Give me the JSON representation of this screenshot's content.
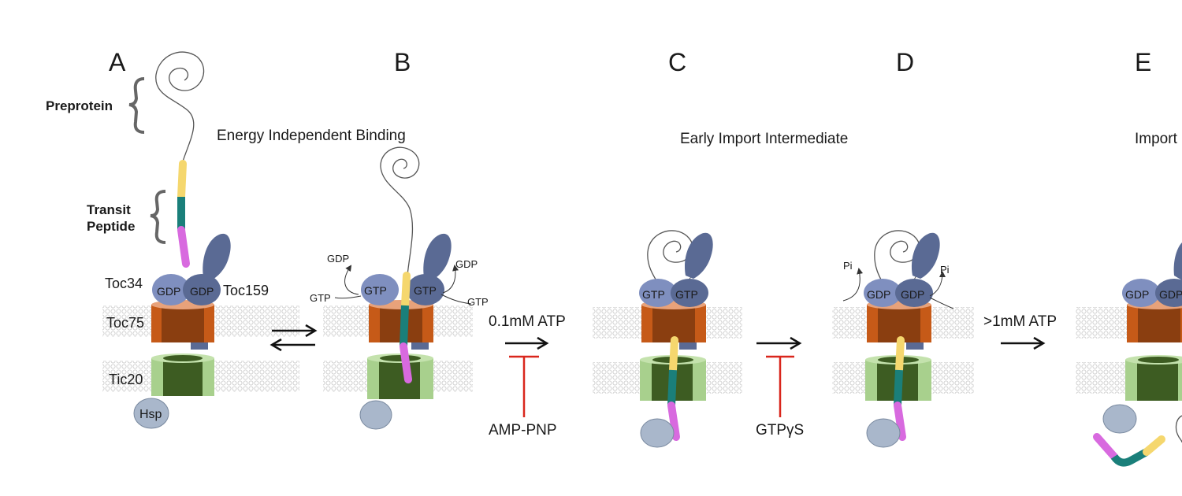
{
  "panels": [
    "A",
    "B",
    "C",
    "D",
    "E"
  ],
  "titles": {
    "b": "Energy Independent Binding",
    "c": "Early Import Intermediate",
    "e": "Import"
  },
  "labels": {
    "preprotein": "Preprotein",
    "transit_line1": "Transit",
    "transit_line2": "Peptide",
    "toc34": "Toc34",
    "toc159": "Toc159",
    "toc75": "Toc75",
    "tic20": "Tic20",
    "hsp": "Hsp"
  },
  "nucleotides": {
    "gdp": "GDP",
    "gtp": "GTP",
    "pi": "Pi"
  },
  "conditions": {
    "atp_low": "0.1mM ATP",
    "amp_pnp": "AMP-PNP",
    "gtp_gamma_s": "GTPγS",
    "atp_high": ">1mM ATP"
  },
  "colors": {
    "toc34": "#7f8fbf",
    "toc159": "#5a6a94",
    "toc75_dark": "#8a3e10",
    "toc75_light": "#c65a18",
    "toc75_top": "#e8a27a",
    "tic20_light": "#a8d08d",
    "tic20_dark": "#3d5c22",
    "hsp": "#a9b7cb",
    "transit_yellow": "#f5d76e",
    "transit_teal": "#1a7f7a",
    "transit_magenta": "#d86adf",
    "inhibitor": "#d9261c",
    "membrane": "#c8c8c8"
  }
}
